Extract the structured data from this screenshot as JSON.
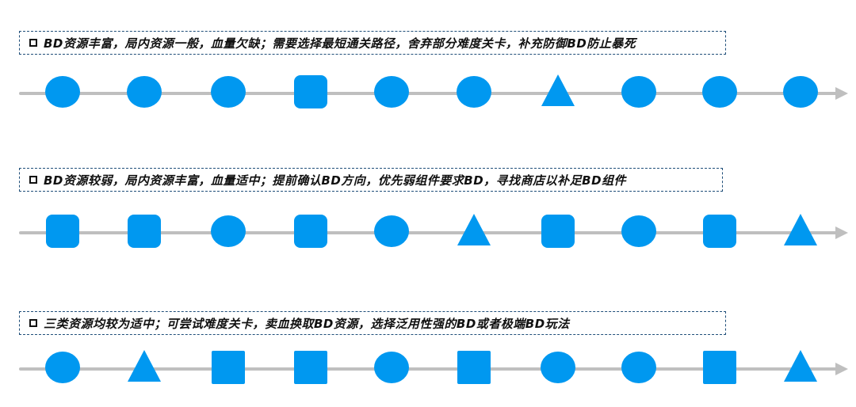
{
  "colors": {
    "node": "#0098f0",
    "track": "#bfbfbf",
    "box_border": "#1f4e79"
  },
  "rows": [
    {
      "label": "BD资源丰富，局内资源一般，血量欠缺；需要选择最短通关路径，舍弃部分难度关卡，补充防御BD防止暴死",
      "nodes": [
        "circle",
        "circle",
        "circle",
        "rounded-square",
        "circle",
        "circle",
        "triangle",
        "circle",
        "circle",
        "circle"
      ]
    },
    {
      "label": "BD资源较弱，局内资源丰富，血量适中；提前确认BD方向，优先弱组件要求BD，寻找商店以补足BD组件",
      "nodes": [
        "rounded-square",
        "rounded-square",
        "circle",
        "rounded-square",
        "circle",
        "triangle",
        "rounded-square",
        "circle",
        "rounded-square",
        "triangle"
      ]
    },
    {
      "label": "三类资源均较为适中；可尝试难度关卡，卖血换取BD资源，选择泛用性强的BD或者极端BD玩法",
      "nodes": [
        "circle",
        "triangle",
        "square",
        "square",
        "circle",
        "square",
        "circle",
        "circle",
        "square",
        "triangle"
      ]
    }
  ]
}
